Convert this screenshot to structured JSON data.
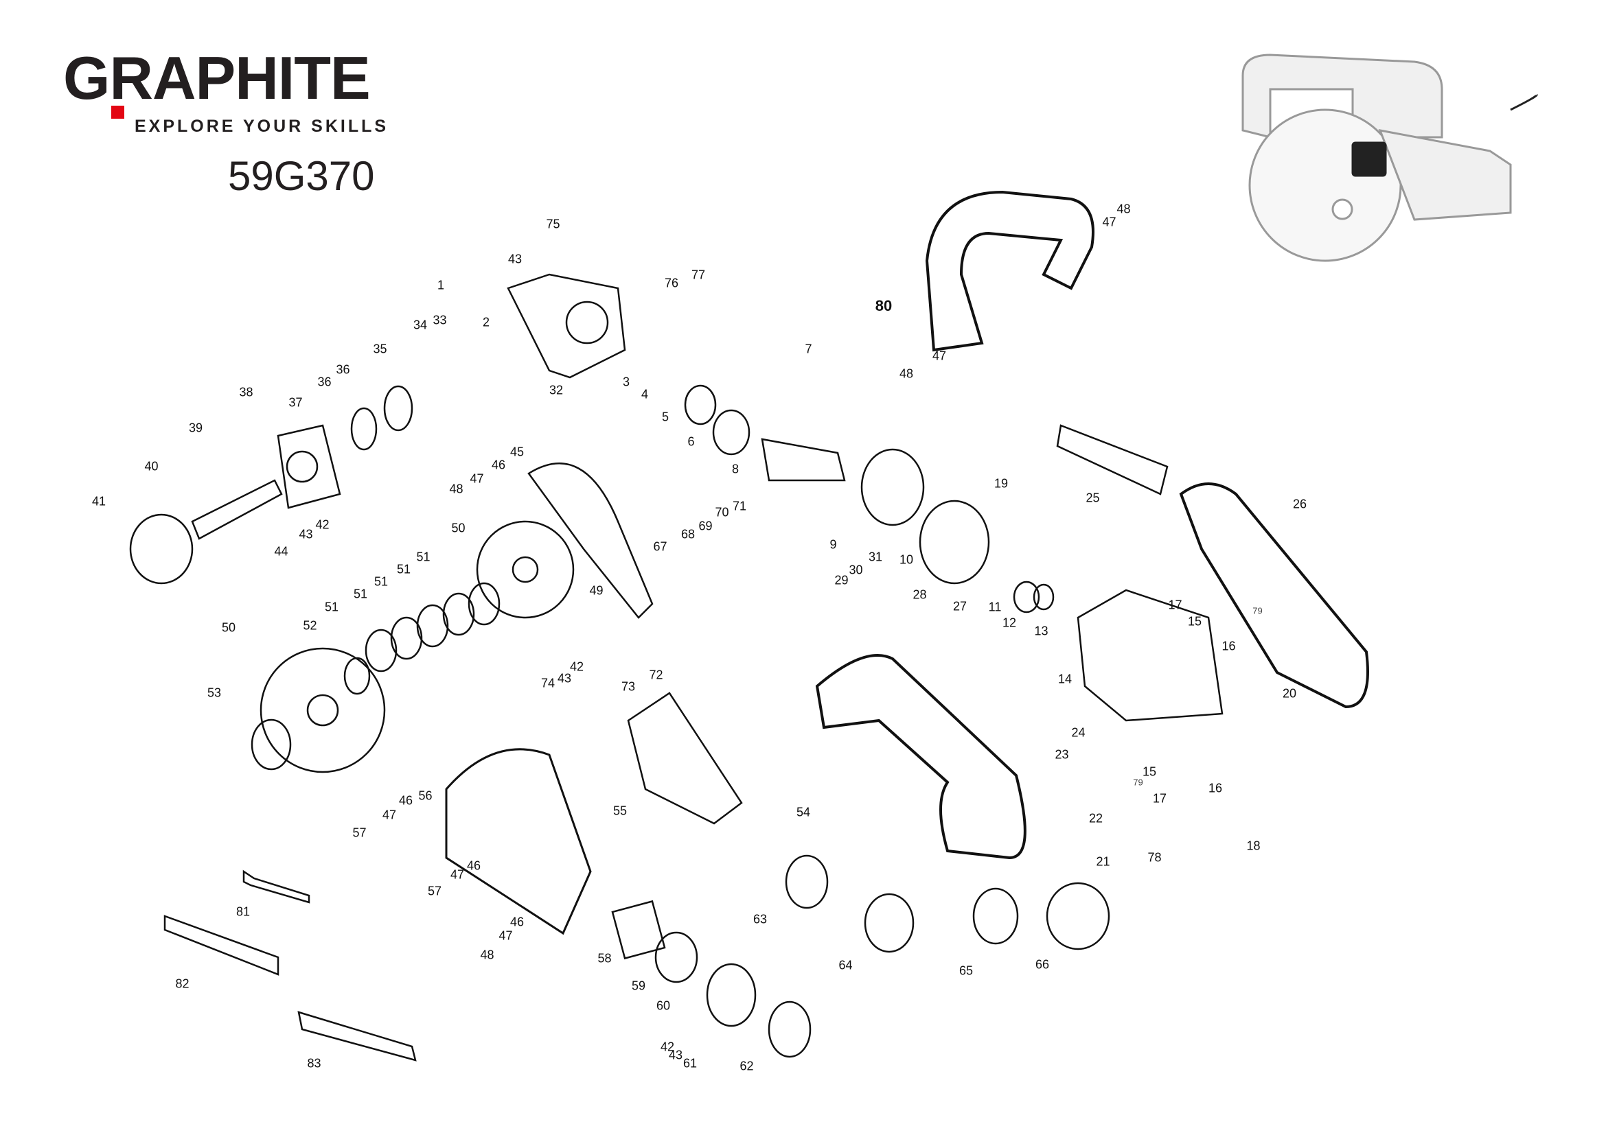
{
  "brand": {
    "name": "GRAPHITE",
    "tagline": "EXPLORE YOUR SKILLS",
    "model": "59G370",
    "accent_color": "#e30613",
    "product_logo_text": "GRAPHITE"
  },
  "part_labels": [
    "75",
    "43",
    "1",
    "76",
    "77",
    "2",
    "34",
    "33",
    "35",
    "36",
    "36",
    "32",
    "7",
    "3",
    "4",
    "5",
    "6",
    "8",
    "38",
    "37",
    "39",
    "40",
    "41",
    "42",
    "43",
    "44",
    "45",
    "46",
    "47",
    "48",
    "50",
    "51",
    "51",
    "51",
    "51",
    "51",
    "50",
    "52",
    "53",
    "49",
    "67",
    "68",
    "69",
    "70",
    "71",
    "9",
    "10",
    "31",
    "30",
    "29",
    "28",
    "27",
    "11",
    "12",
    "13",
    "19",
    "25",
    "26",
    "17",
    "15",
    "16",
    "79",
    "20",
    "14",
    "24",
    "23",
    "22",
    "21",
    "15",
    "79",
    "17",
    "16",
    "78",
    "18",
    "80",
    "47",
    "48",
    "48",
    "47",
    "42",
    "43",
    "74",
    "73",
    "72",
    "55",
    "54",
    "56",
    "46",
    "47",
    "57",
    "46",
    "47",
    "57",
    "46",
    "47",
    "48",
    "58",
    "59",
    "60",
    "42",
    "43",
    "61",
    "62",
    "63",
    "64",
    "65",
    "66",
    "81",
    "82",
    "83"
  ]
}
